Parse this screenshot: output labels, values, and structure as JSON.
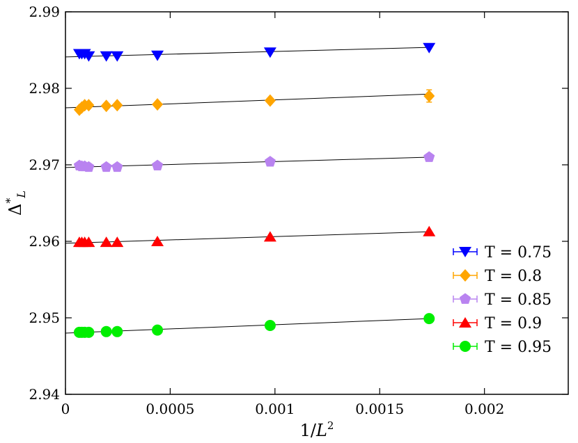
{
  "chart_data": {
    "type": "scatter",
    "xlabel": "1/L²",
    "ylabel": "Δ*_L",
    "xlim": [
      0,
      0.0024
    ],
    "ylim": [
      2.94,
      2.99
    ],
    "xticks": [
      0,
      0.0005,
      0.001,
      0.0015,
      0.002
    ],
    "xtick_labels": [
      "0",
      "0.0005",
      "0.001",
      "0.0015",
      "0.002"
    ],
    "yticks": [
      2.94,
      2.95,
      2.96,
      2.97,
      2.98,
      2.99
    ],
    "ytick_labels": [
      "2.94",
      "2.95",
      "2.96",
      "2.97",
      "2.98",
      "2.99"
    ],
    "grid": false,
    "legend_position": "bottom-right",
    "x": [
      6.63e-05,
      7.81e-05,
      9.18e-05,
      0.000111,
      0.000195,
      0.000247,
      0.000439,
      0.000977,
      0.001736
    ],
    "series": [
      {
        "name": "T = 0.75",
        "color": "#0000ff",
        "marker": "triangle-down",
        "y": [
          2.9845,
          2.9845,
          2.9845,
          2.9842,
          2.9842,
          2.9842,
          2.9843,
          2.9847,
          2.9853
        ],
        "fit": [
          2.9841,
          2.98535
        ]
      },
      {
        "name": "T = 0.8",
        "color": "#ffa500",
        "marker": "diamond",
        "y": [
          2.9772,
          2.9775,
          2.9778,
          2.9778,
          2.9777,
          2.9778,
          2.9779,
          2.9784,
          2.979
        ],
        "yerr": [
          0,
          0,
          0,
          0,
          0,
          0,
          0,
          0.0002,
          0.0008
        ],
        "fit": [
          2.97745,
          2.97925
        ]
      },
      {
        "name": "T = 0.85",
        "color": "#b983f0",
        "marker": "pentagon",
        "y": [
          2.9699,
          2.9698,
          2.9698,
          2.9697,
          2.9697,
          2.9697,
          2.9699,
          2.9704,
          2.971
        ],
        "fit": [
          2.96965,
          2.971
        ]
      },
      {
        "name": "T = 0.9",
        "color": "#ff0000",
        "marker": "triangle-up",
        "y": [
          2.9599,
          2.9599,
          2.9599,
          2.9599,
          2.9599,
          2.9599,
          2.96,
          2.9606,
          2.9613
        ],
        "fit": [
          2.95975,
          2.96125
        ]
      },
      {
        "name": "T = 0.95",
        "color": "#00ee00",
        "marker": "circle",
        "y": [
          2.9481,
          2.9481,
          2.9481,
          2.9481,
          2.9482,
          2.9482,
          2.9484,
          2.949,
          2.9499
        ],
        "fit": [
          2.948,
          2.9499
        ]
      }
    ]
  }
}
